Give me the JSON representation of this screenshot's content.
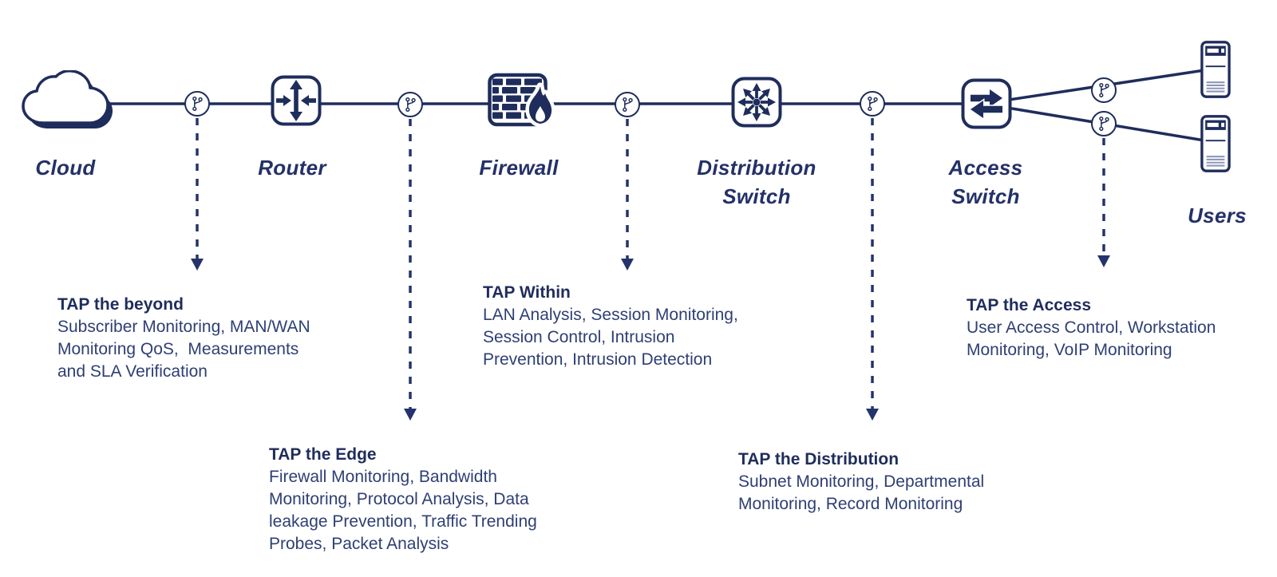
{
  "colors": {
    "navy": "#1f2d5c",
    "label_text": "#243168",
    "body_text": "#2e3f74",
    "background": "#ffffff"
  },
  "devices": [
    {
      "id": "cloud",
      "label": "Cloud"
    },
    {
      "id": "router",
      "label": "Router"
    },
    {
      "id": "firewall",
      "label": "Firewall"
    },
    {
      "id": "distribution-switch",
      "label": "Distribution\nSwitch"
    },
    {
      "id": "access-switch",
      "label": "Access\nSwitch"
    },
    {
      "id": "users",
      "label": "Users"
    }
  ],
  "taps": [
    {
      "id": "beyond",
      "title": "TAP the beyond",
      "description": "Subscriber Monitoring, MAN/WAN\nMonitoring QoS,  Measurements\nand SLA Verification"
    },
    {
      "id": "edge",
      "title": "TAP the Edge",
      "description": "Firewall Monitoring, Bandwidth\nMonitoring, Protocol Analysis, Data\nleakage Prevention, Traffic Trending\nProbes, Packet Analysis"
    },
    {
      "id": "within",
      "title": "TAP Within",
      "description": "LAN Analysis, Session Monitoring,\nSession Control, Intrusion\nPrevention, Intrusion Detection"
    },
    {
      "id": "distribution",
      "title": "TAP the Distribution",
      "description": "Subnet Monitoring, Departmental\nMonitoring, Record Monitoring"
    },
    {
      "id": "access",
      "title": "TAP the Access",
      "description": "User Access Control, Workstation\nMonitoring, VoIP Monitoring"
    }
  ],
  "icon_names": [
    "cloud-icon",
    "router-icon",
    "firewall-icon",
    "distribution-switch-icon",
    "access-switch-icon",
    "workstation-icon",
    "tap-point-icon",
    "arrow-down-icon"
  ]
}
